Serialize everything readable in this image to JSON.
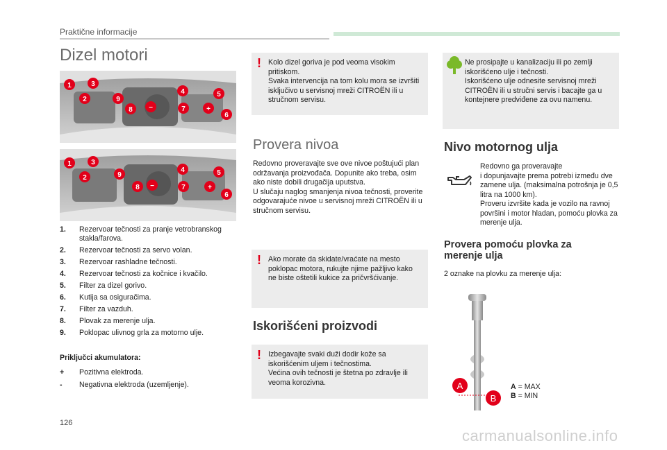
{
  "header": {
    "section": "Praktične informacije",
    "page_number": "126"
  },
  "watermark": "carmanualsonline.info",
  "page_title": "Dizel motori",
  "engine_labels": [
    "1",
    "2",
    "3",
    "4",
    "5",
    "6",
    "7",
    "8",
    "9",
    "−",
    "+"
  ],
  "parts": [
    {
      "num": "1.",
      "text": "Rezervoar tečnosti za pranje vetrobranskog stakla/farova."
    },
    {
      "num": "2.",
      "text": "Rezervoar tečnosti za servo volan."
    },
    {
      "num": "3.",
      "text": "Rezervoar rashladne tečnosti."
    },
    {
      "num": "4.",
      "text": "Rezervoar tečnosti za kočnice i kvačilo."
    },
    {
      "num": "5.",
      "text": "Filter za dizel gorivo."
    },
    {
      "num": "6.",
      "text": "Kutija sa osiguračima."
    },
    {
      "num": "7.",
      "text": "Filter za vazduh."
    },
    {
      "num": "8.",
      "text": "Plovak za merenje ulja."
    },
    {
      "num": "9.",
      "text": "Poklopac ulivnog grla za motorno ulje."
    }
  ],
  "battery": {
    "heading": "Priključci akumulatora:",
    "items": [
      {
        "sym": "+",
        "text": "Pozitivna elektroda."
      },
      {
        "sym": "-",
        "text": "Negativna elektroda (uzemljenje)."
      }
    ]
  },
  "warnings": {
    "fuel": "Kolo dizel goriva je pod veoma visokim pritiskom.\nSvaka intervencija na tom kolu mora se izvršiti isključivo u servisnoj mreži CITROËN ili u stručnom servisu.",
    "hood": "Ako morate da skidate/vraćate na mesto poklopac motora, rukujte njime pažljivo kako ne biste oštetili kukice za pričvršćivanje.",
    "skin": "Izbegavajte svaki duži dodir kože sa iskorišćenim uljem i tečnostima.\nVećina ovih tečnosti je štetna po zdravlje ili veoma korozivna."
  },
  "eco": "Ne prosipajte u kanalizaciju ili po zemlji iskorišćeno ulje i tečnosti.\nIskorišćeno ulje odnesite servisnoj mreži CITROËN ili u stručni servis i bacajte ga u kontejnere predviđene za ovu namenu.",
  "provera": {
    "title": "Provera nivoa",
    "text": "Redovno proveravajte sve ove nivoe poštujući plan održavanja proizvođača. Dopunite ako treba, osim ako niste dobili drugačija uputstva.\nU slučaju naglog smanjenja nivoa tečnosti, proverite odgovarajuće nivoe u servisnoj mreži CITROËN ili u stručnom servisu."
  },
  "used": {
    "title": "Iskorišćeni proizvodi"
  },
  "oil": {
    "title": "Nivo motornog ulja",
    "text": "Redovno ga proveravajte\ni dopunjavajte prema potrebi između dve zamene ulja. (maksimalna potrošnja je 0,5 litra na 1000 km).\nProveru izvršite kada je vozilo na ravnoj površini i motor hladan, pomoću plovka za merenje ulja."
  },
  "dipstick": {
    "title": "Provera pomoću plovka za merenje ulja",
    "text": "2 oznake na plovku za merenje ulja:",
    "mark_a": "A",
    "mark_b": "B",
    "legend_a_key": "A",
    "legend_a_val": " = MAX",
    "legend_b_key": "B",
    "legend_b_val": " = MIN"
  },
  "colors": {
    "accent_red": "#e2001a",
    "eco_green": "#7ab929",
    "box_grey": "#ececec",
    "header_green": "#cfe9d6"
  }
}
